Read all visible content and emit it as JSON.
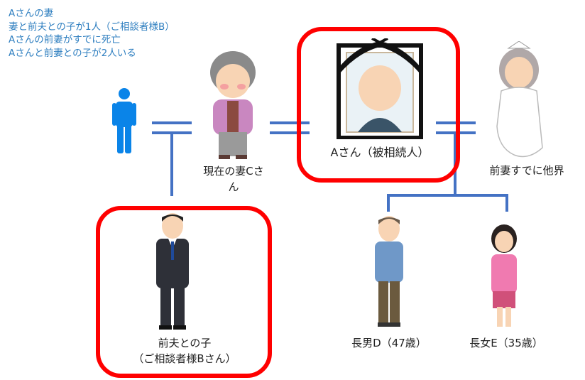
{
  "notes": [
    "Aさんの妻",
    "妻と前夫との子が1人（ご相談者様B）",
    "Aさんの前妻がすでに死亡",
    "Aさんと前妻との子が2人いる"
  ],
  "people": {
    "current_wife": "現在の妻Cさん",
    "deceased": "Aさん（被相続人）",
    "former_wife": "前妻すでに他界",
    "child_line1": "前夫との子",
    "child_line2": "（ご相談者様Bさん）",
    "son": "長男D（47歳）",
    "daughter": "長女E（35歳）"
  },
  "colors": {
    "line": "#4472c4",
    "highlight": "#ff0000",
    "former_husband": "#0a84e8"
  }
}
